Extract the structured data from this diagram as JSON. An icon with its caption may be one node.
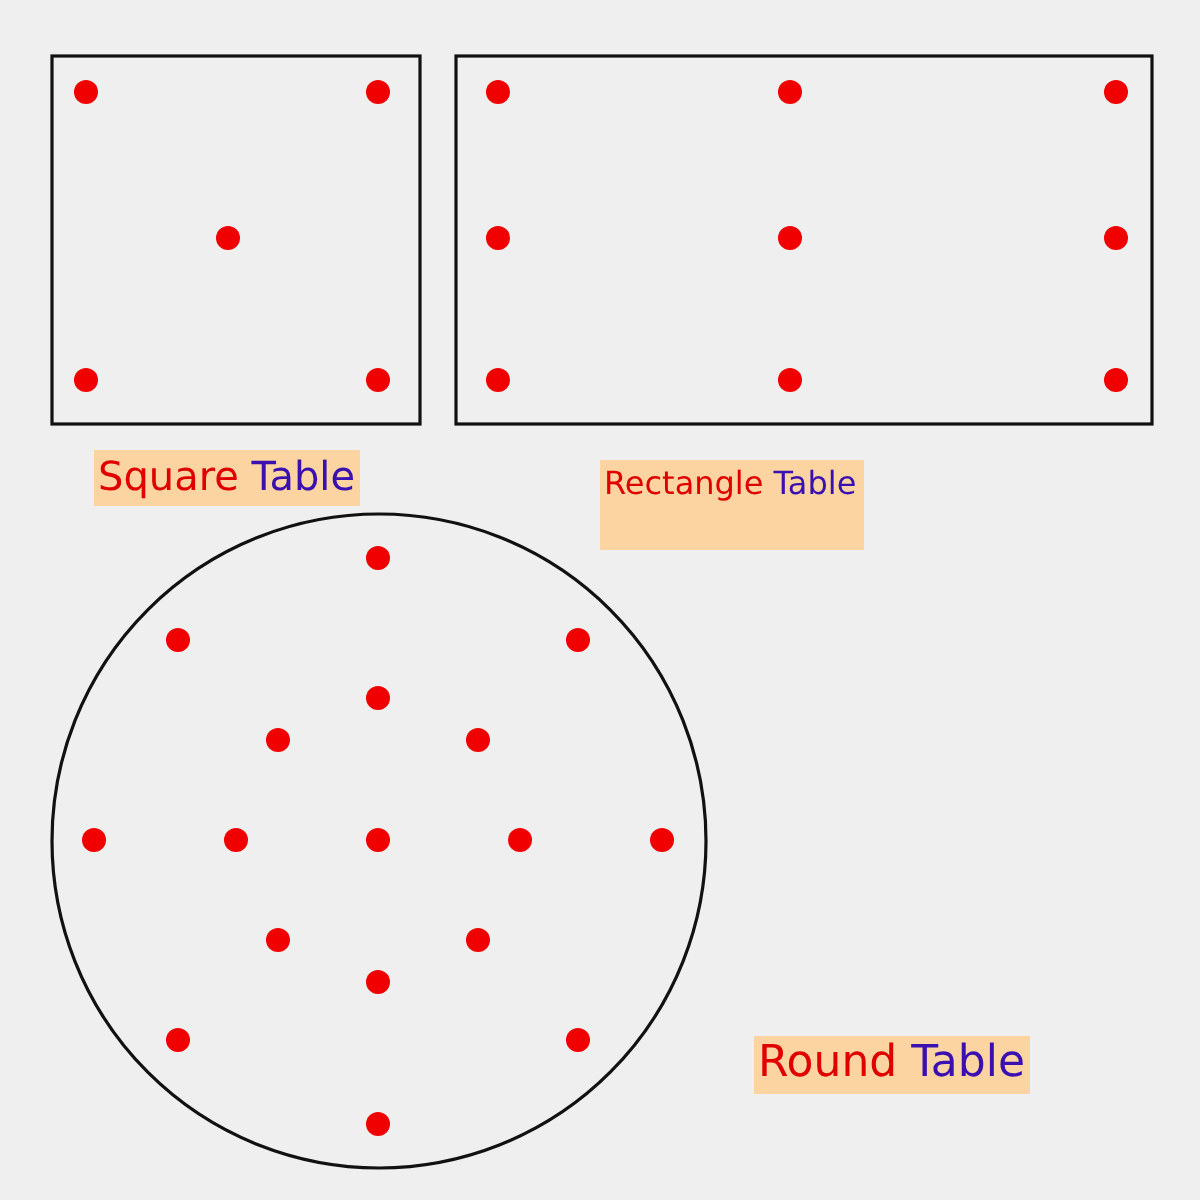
{
  "diagram": {
    "nodes": [
      {
        "text": [],
        "shape": "box"
      },
      {
        "text": [],
        "shape": "box"
      },
      {
        "text": [],
        "shape": "circle"
      }
    ],
    "labels": [
      "Square Table",
      "Rectangle Table",
      "Round Table"
    ]
  }
}
